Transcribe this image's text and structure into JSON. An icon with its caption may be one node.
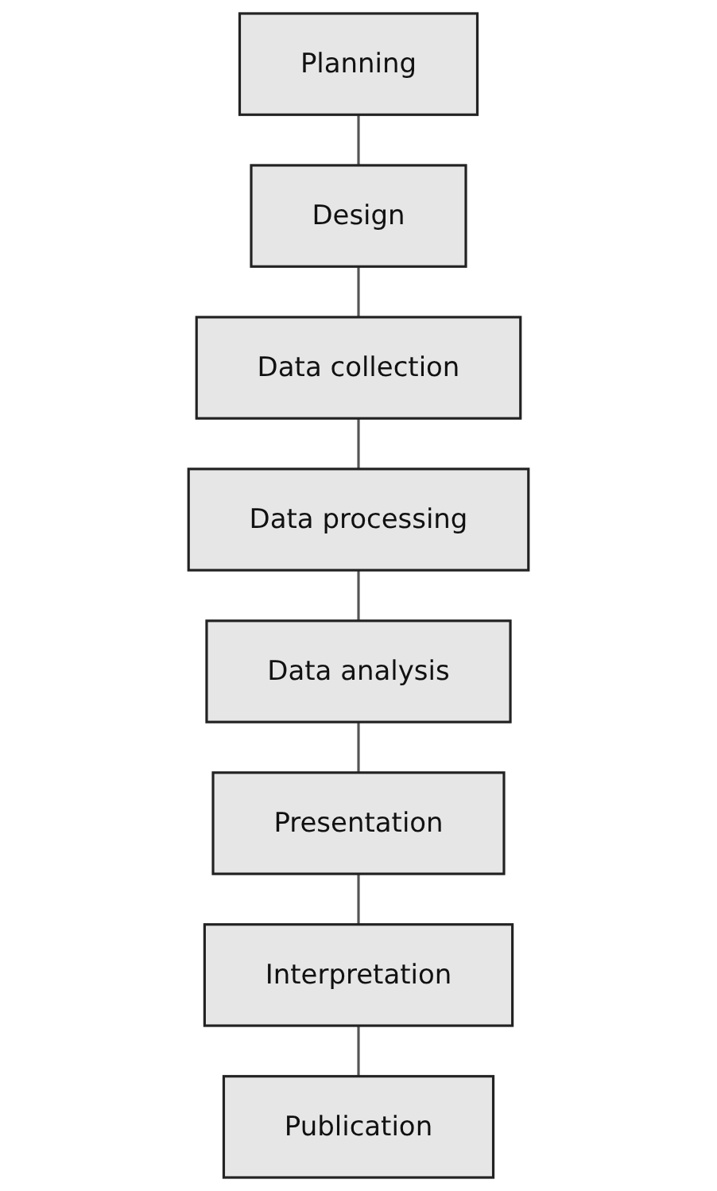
{
  "diagram": {
    "nodes": [
      {
        "text": [
          "Planning"
        ]
      },
      {
        "text": [
          "Design"
        ]
      },
      {
        "text": [
          "Data collection"
        ]
      },
      {
        "text": [
          "Data processing"
        ]
      },
      {
        "text": [
          "Data analysis"
        ]
      },
      {
        "text": [
          "Presentation"
        ]
      },
      {
        "text": [
          "Interpretation"
        ]
      },
      {
        "text": [
          "Publication"
        ]
      }
    ],
    "edges": [
      {
        "from": 0,
        "to": 1,
        "arrow": "none"
      },
      {
        "from": 1,
        "to": 2,
        "arrow": "none"
      },
      {
        "from": 2,
        "to": 3,
        "arrow": "none"
      },
      {
        "from": 3,
        "to": 4,
        "arrow": "none"
      },
      {
        "from": 4,
        "to": 5,
        "arrow": "none"
      },
      {
        "from": 5,
        "to": 6,
        "arrow": "none"
      },
      {
        "from": 6,
        "to": 7,
        "arrow": "none"
      }
    ]
  }
}
